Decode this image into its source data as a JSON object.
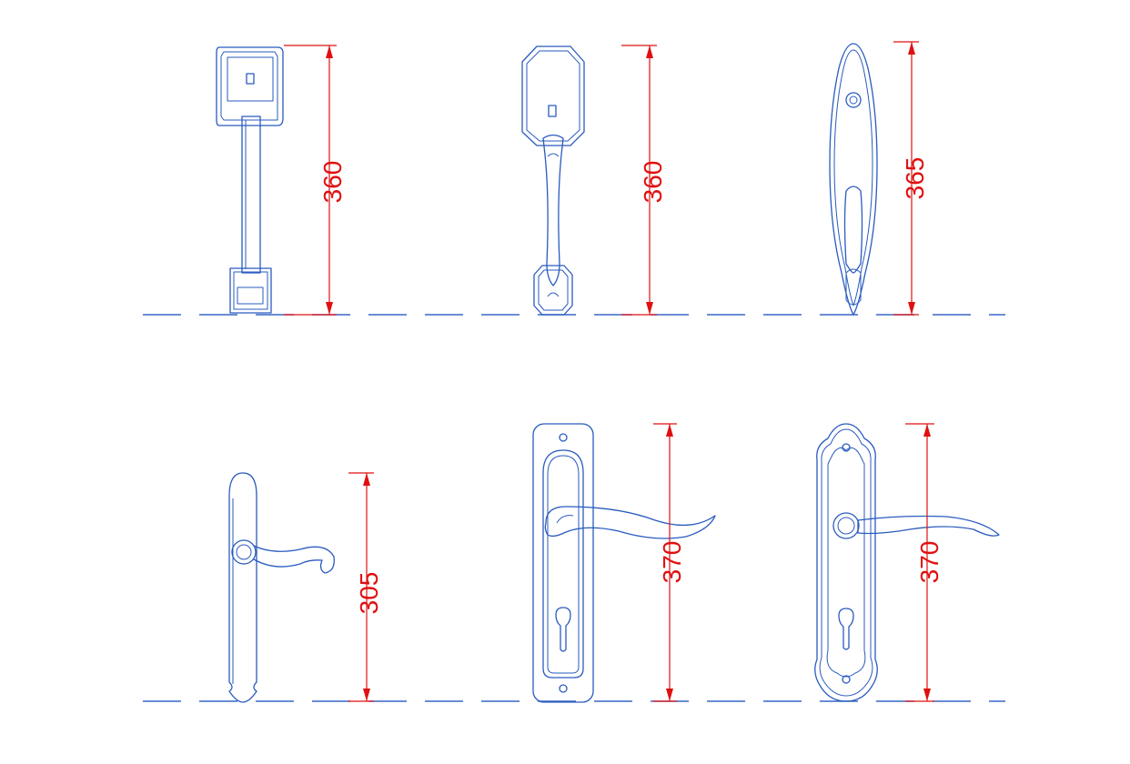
{
  "diagram": {
    "rows": [
      {
        "items": [
          {
            "name": "handle-square-escutcheon",
            "dimension": "360"
          },
          {
            "name": "handle-octagon-escutcheon",
            "dimension": "360"
          },
          {
            "name": "handle-oval-escutcheon",
            "dimension": "365"
          }
        ]
      },
      {
        "items": [
          {
            "name": "lever-narrow-plate",
            "dimension": "305"
          },
          {
            "name": "lever-rounded-plate",
            "dimension": "370"
          },
          {
            "name": "lever-ornate-plate",
            "dimension": "370"
          }
        ]
      }
    ],
    "colors": {
      "outline": "#2a5bbf",
      "dimension": "#e01010",
      "baseline": "#3a66c8"
    }
  }
}
